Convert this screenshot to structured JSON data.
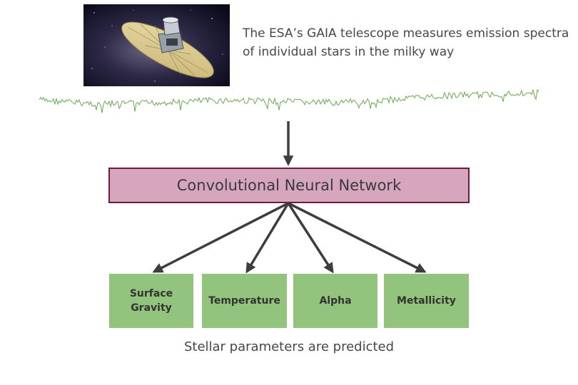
{
  "caption": "The ESA’s GAIA telescope measures emission spectra of individual stars in the milky way",
  "model_label": "Convolutional Neural Network",
  "parameters": [
    {
      "lines": [
        "Surface",
        "Gravity"
      ]
    },
    {
      "lines": [
        "Temperature"
      ]
    },
    {
      "lines": [
        "Alpha"
      ]
    },
    {
      "lines": [
        "Metallicity"
      ]
    }
  ],
  "footer": "Stellar parameters are predicted",
  "colors": {
    "spectrum": "#6aa84f",
    "model_fill": "#d5a6bd",
    "model_border": "#6b1a40",
    "param_fill": "#93c47d",
    "arrow": "#3d3d3d",
    "text": "#474747"
  },
  "icons": {
    "satellite": "gaia-satellite-illustration"
  }
}
